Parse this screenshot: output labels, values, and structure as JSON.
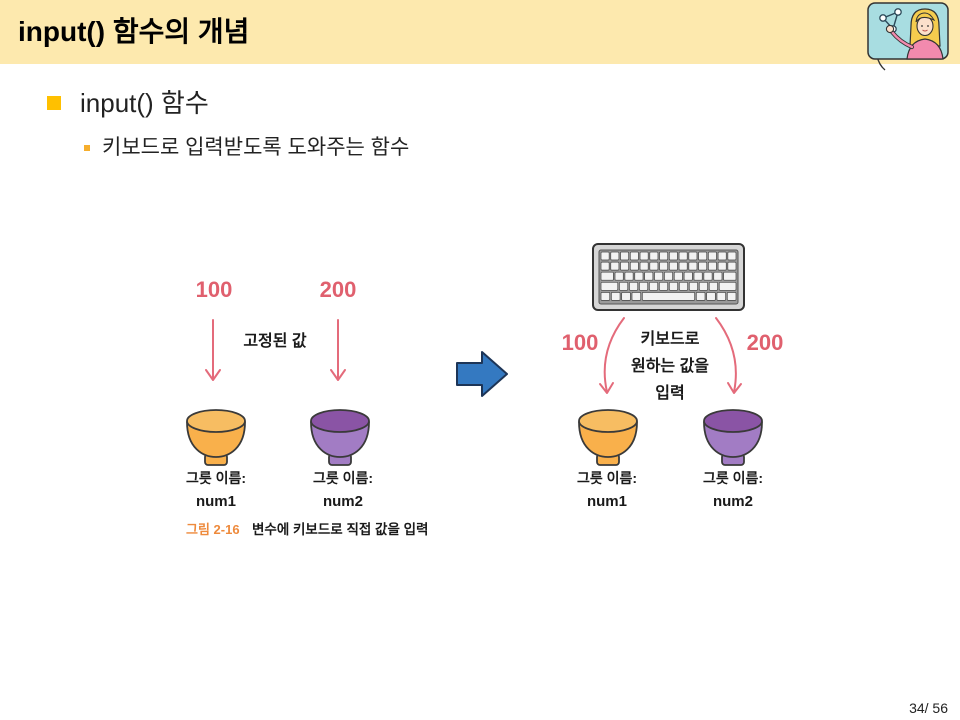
{
  "colors": {
    "header_bg": "#FDE9AE",
    "bullet_level1": "#FFC000",
    "bullet_level2": "#F6AE2D",
    "value_text": "#E0606E",
    "arrow": "#E46B7B",
    "caption_number": "#EE8A3C",
    "orange_bowl_body": "#F9B04B",
    "orange_bowl_inside": "#F7BD62",
    "purple_bowl_body": "#A27CC4",
    "purple_bowl_inside": "#8A54A5",
    "blue_arrow": "#3479C1",
    "avatar_bg": "#A8DDE1"
  },
  "header": {
    "title": "input() 함수의 개념",
    "avatar_icon": "presenter-avatar-icon"
  },
  "bullets": [
    {
      "text": "input() 함수",
      "sub": [
        {
          "text": "키보드로 입력받도록 도와주는 함수"
        }
      ]
    }
  ],
  "figure": {
    "fixed": {
      "values": [
        "100",
        "200"
      ],
      "note": "고정된 값",
      "bowls": [
        {
          "label": "그릇 이름:",
          "name": "num1",
          "icon": "orange-bowl-icon"
        },
        {
          "label": "그릇 이름:",
          "name": "num2",
          "icon": "purple-bowl-icon"
        }
      ]
    },
    "transition_icon": "right-arrow-icon",
    "keyboard_input": {
      "icon": "keyboard-icon",
      "values": [
        "100",
        "200"
      ],
      "note_lines": [
        "키보드로",
        "원하는 값을",
        "입력"
      ],
      "bowls": [
        {
          "label": "그릇 이름:",
          "name": "num1",
          "icon": "orange-bowl-icon"
        },
        {
          "label": "그릇 이름:",
          "name": "num2",
          "icon": "purple-bowl-icon"
        }
      ]
    },
    "caption": {
      "number": "그림 2-16",
      "text": "변수에 키보드로 직접 값을 입력"
    }
  },
  "footer": {
    "page_number": "34/ 56"
  }
}
